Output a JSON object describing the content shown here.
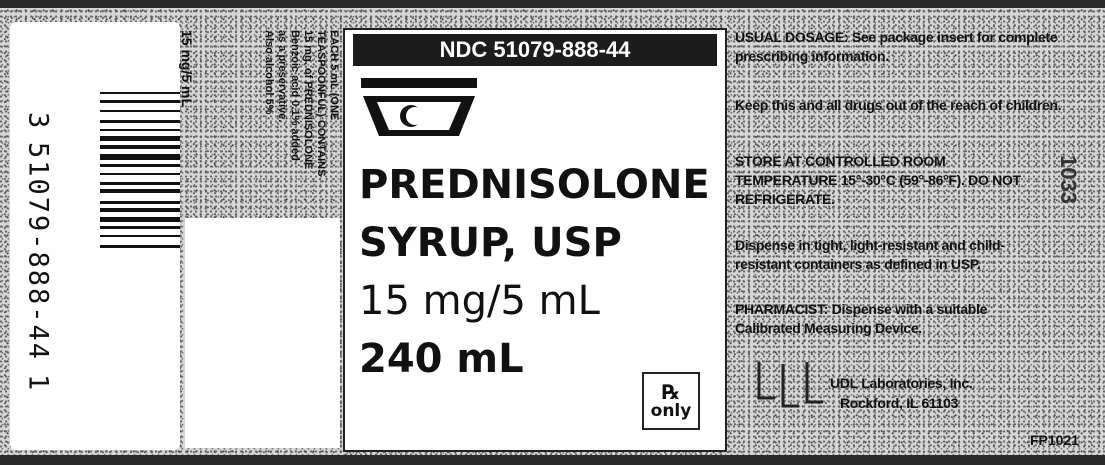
{
  "barcode": {
    "digits": [
      "3",
      "51079-888-44",
      "1"
    ],
    "bars": [
      2,
      4,
      3,
      5,
      2,
      6,
      3,
      4,
      2,
      3,
      5,
      2,
      4,
      3,
      6,
      2,
      3,
      4,
      2,
      5,
      3,
      2,
      4,
      6,
      3,
      2,
      4,
      3,
      5,
      2,
      3,
      4,
      2,
      6,
      3,
      4
    ]
  },
  "side": {
    "strength": "15 mg/5 mL",
    "composition": [
      "EACH 5 mL (ONE",
      "TEASPOONFUL) CONTAINS",
      "15 mg. of PREDNISOLONE",
      "Benzoic acid 0.1% added",
      "as a preservative.",
      "Also alcohol 5%"
    ]
  },
  "main": {
    "ndc": "NDC 51079-888-44",
    "drug_name_line1": "PREDNISOLONE",
    "drug_name_line2": "SYRUP, USP",
    "strength": "15 mg/5 mL",
    "volume": "240 mL",
    "rx_symbol": "℞",
    "rx_only": "only"
  },
  "info": {
    "dosage": "USUAL DOSAGE: See package insert for complete prescribing information.",
    "keep_away": "Keep this and all drugs out of the reach of children.",
    "storage": "STORE AT CONTROLLED ROOM TEMPERATURE 15°-30°C (59°-86°F). DO NOT REFRIGERATE.",
    "dispense": "Dispense in tight, light-resistant and child-resistant containers as defined in USP.",
    "pharmacist": "PHARMACIST: Dispense with a suitable Calibrated Measuring Device.",
    "manufacturer_name": "UDL Laboratories, Inc.",
    "manufacturer_city": "Rockford, IL 61103",
    "lot_code": "1033",
    "form_code": "FP1021"
  }
}
